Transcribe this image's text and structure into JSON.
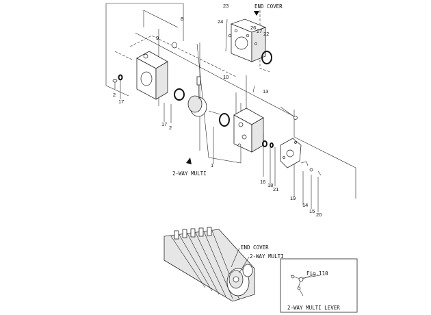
{
  "labels": {
    "end_cover_top": "END COVER",
    "two_way_multi_top": "2-WAY MULTI",
    "end_cover_bottom": "END COVER",
    "two_way_multi_bottom": "2-WAY MULTI",
    "fig_ref": "Fig.110",
    "two_way_multi_lever": "2-WAY MULTI LEVER"
  },
  "part_numbers": {
    "n1": "1",
    "n2a": "2",
    "n2b": "2",
    "n8": "8",
    "n9": "9",
    "n10": "10",
    "n13": "13",
    "n14": "14",
    "n15": "15",
    "n16": "16",
    "n17a": "17",
    "n17b": "17",
    "n18": "18",
    "n19": "19",
    "n20": "20",
    "n21": "21",
    "n22": "22",
    "n23": "23",
    "n24": "24",
    "n26": "26",
    "n27": "27"
  }
}
